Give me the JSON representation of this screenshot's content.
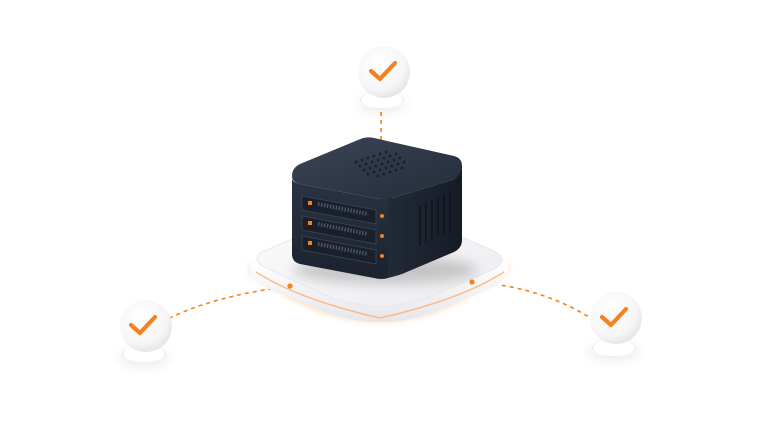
{
  "illustration": {
    "subject": "server-with-three-verified-nodes",
    "icons": [
      "server-icon",
      "checkmark-icon",
      "checkmark-icon",
      "checkmark-icon"
    ],
    "colors": {
      "accent": "#F58220",
      "server_body": "#2A3342",
      "server_body_dark": "#1C2330",
      "platform": "#F5F5F7",
      "platform_glow": "#FFB877",
      "node_white": "#FFFFFF",
      "connector": "#F58220"
    },
    "nodes": [
      {
        "name": "top-node",
        "status": "verified"
      },
      {
        "name": "left-node",
        "status": "verified"
      },
      {
        "name": "right-node",
        "status": "verified"
      }
    ],
    "drive_bays": 3
  }
}
